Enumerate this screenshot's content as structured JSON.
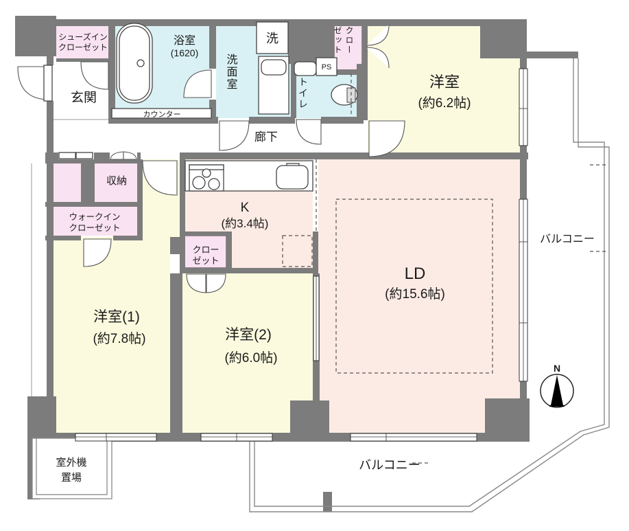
{
  "floor_plan": {
    "rooms": {
      "genkan": {
        "label": "玄関"
      },
      "shoes_closet": {
        "line1": "シューズイン",
        "line2": "クローゼット"
      },
      "bathroom": {
        "name": "浴室",
        "size": "(1620)"
      },
      "counter": {
        "label": "カウンター"
      },
      "washroom": {
        "label": "洗面室"
      },
      "washer": {
        "label": "洗"
      },
      "toilet": {
        "label": "トイレ"
      },
      "ps": {
        "label": "PS"
      },
      "closet_ne": {
        "col1": "クロー",
        "col2": "ゼット"
      },
      "hallway": {
        "label": "廊下"
      },
      "western_room_62": {
        "name": "洋室",
        "size": "(約6.2帖)"
      },
      "storage": {
        "label": "収納"
      },
      "walk_in_closet": {
        "line1": "ウォークイン",
        "line2": "クローゼット"
      },
      "kitchen": {
        "name": "K",
        "size": "(約3.4帖)"
      },
      "closet_k": {
        "line1": "クロー",
        "line2": "ゼット"
      },
      "ld": {
        "name": "LD",
        "size": "(約15.6帖)"
      },
      "western_room_1": {
        "name": "洋室(1)",
        "size": "(約7.8帖)"
      },
      "western_room_2": {
        "name": "洋室(2)",
        "size": "(約6.0帖)"
      },
      "balcony_right": {
        "label": "バルコニー"
      },
      "balcony_bottom": {
        "label": "バルコニー"
      },
      "outdoor_unit": {
        "line1": "室外機",
        "line2": "置場"
      }
    },
    "compass": {
      "label": "N"
    },
    "colors": {
      "wall_gray": "#7c7c7c",
      "room_yellow": "#fbfade",
      "room_salmon": "#fcebe4",
      "closet_pink": "#f9e2f1",
      "wet_cyan": "#d9f1f4"
    }
  }
}
